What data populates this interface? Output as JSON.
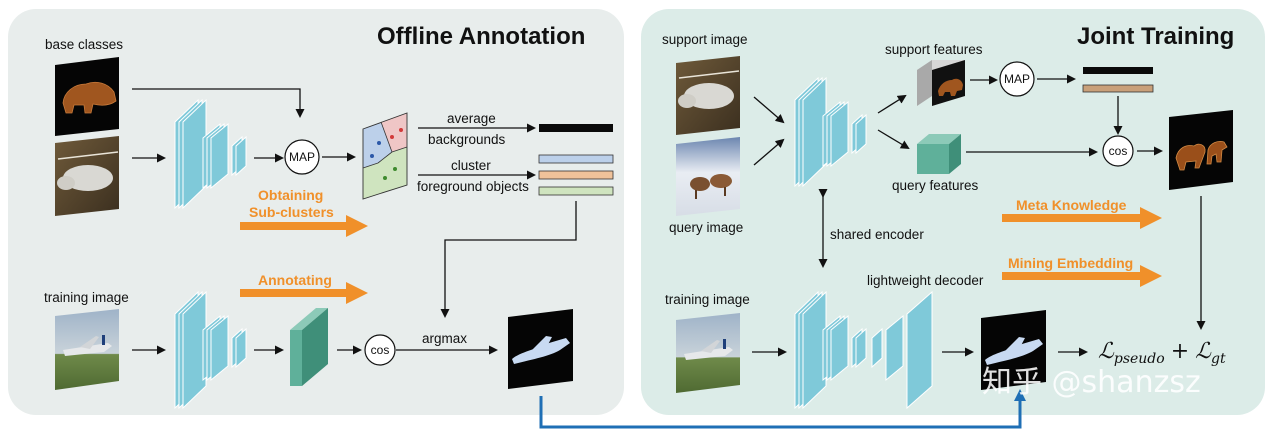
{
  "panels": {
    "left_title": "Offline Annotation",
    "right_title": "Joint Training"
  },
  "left": {
    "base_classes": "base classes",
    "training_image": "training image",
    "map": "MAP",
    "average": "average",
    "backgrounds": "backgrounds",
    "cluster": "cluster",
    "foreground_objects": "foreground objects",
    "obtaining_1": "Obtaining",
    "obtaining_2": "Sub-clusters",
    "annotating": "Annotating",
    "cos": "cos",
    "argmax": "argmax"
  },
  "right": {
    "support_image": "support image",
    "query_image": "query image",
    "support_features": "support features",
    "query_features": "query features",
    "map": "MAP",
    "cos": "cos",
    "shared_encoder": "shared encoder",
    "lightweight_decoder": "lightweight decoder",
    "meta_knowledge": "Meta Knowledge",
    "mining_embedding": "Mining Embedding",
    "training_image": "training image",
    "loss_pseudo_symbol": "ℒ",
    "loss_pseudo_sub": "pseudo",
    "loss_plus": "+",
    "loss_gt_symbol": "ℒ",
    "loss_gt_sub": "gt"
  },
  "watermark": "知乎 @shanzsz",
  "colors": {
    "panel_bg": "#e8edec",
    "right_panel_bg": "#dcece8",
    "encoder_blue": "#7fc9d9",
    "feature_teal": "#5fb09a",
    "orange_accent": "#f0902a",
    "connector_blue": "#1f6fb5",
    "bar_blue": "#bcd0ea",
    "bar_orange": "#efc29a",
    "bar_green": "#cfe4bf"
  }
}
